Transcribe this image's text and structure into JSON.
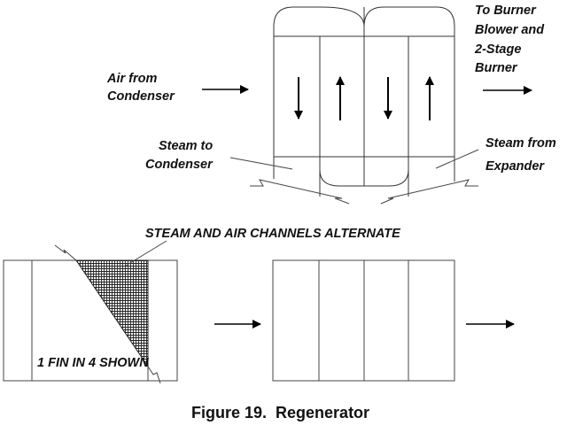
{
  "figure": {
    "caption": "Figure 19.  Regenerator",
    "colors": {
      "line": "#333333",
      "arrow": "#000000",
      "background": "#ffffff"
    }
  },
  "top_view": {
    "labels": {
      "air_in_line1": "Air from",
      "air_in_line2": "Condenser",
      "out_line1": "To Burner",
      "out_line2": "Blower and",
      "out_line3": "2-Stage",
      "out_line4": "Burner",
      "steam_to_line1": "Steam to",
      "steam_to_line2": "Condenser",
      "steam_from_line1": "Steam from",
      "steam_from_line2": "Expander"
    },
    "channels": [
      {
        "flow": "down"
      },
      {
        "flow": "up"
      },
      {
        "flow": "down"
      },
      {
        "flow": "up"
      }
    ]
  },
  "bottom_view": {
    "labels": {
      "channels_note": "STEAM AND AIR CHANNELS ALTERNATE",
      "fin_note": "1 FIN IN 4 SHOWN"
    },
    "channel_count": 4
  }
}
